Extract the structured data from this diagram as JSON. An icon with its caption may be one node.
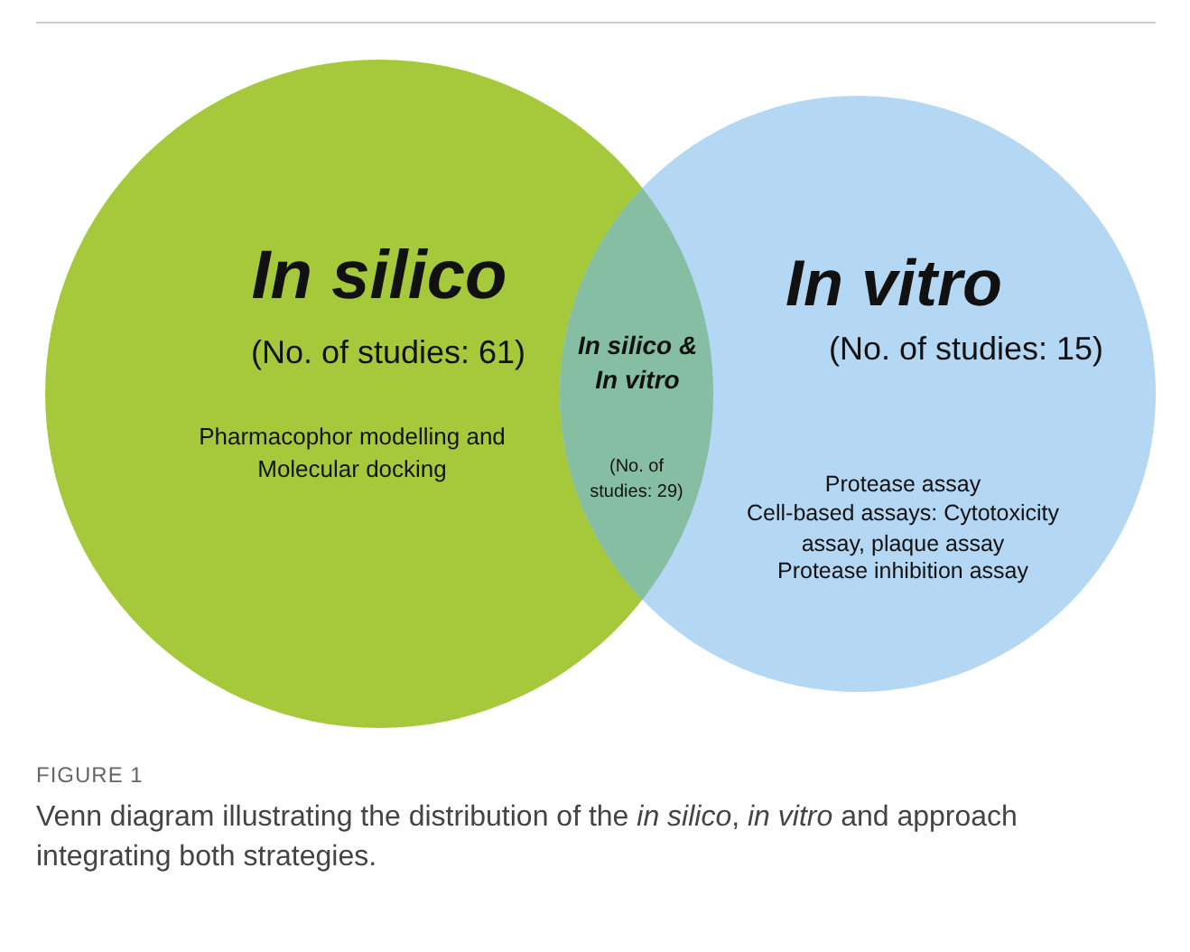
{
  "diagram": {
    "nodes": [
      {
        "text": [
          "In silico",
          "(No. of studies: 61)",
          "Pharmacophor modelling and Molecular docking"
        ]
      },
      {
        "text": [
          "In vitro",
          "(No. of studies: 15)",
          "Protease assay",
          "Cell-based assays: Cytotoxicity assay, plaque assay",
          "Protease inhibition assay"
        ]
      },
      {
        "text": [
          "In silico & In vitro",
          "(No. of studies: 29)"
        ]
      }
    ],
    "edges": [],
    "labels": [
      "FIGURE 1"
    ],
    "caption": "Venn diagram illustrating the distribution of the *in silico*, *in vitro* and approach integrating both strategies."
  }
}
